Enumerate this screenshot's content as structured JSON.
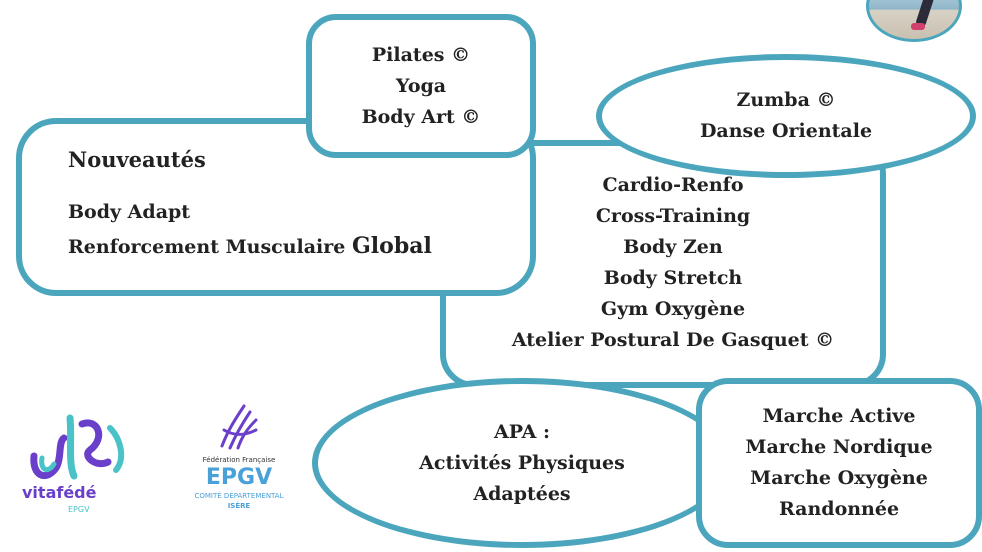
{
  "colors": {
    "accent": "#4ba6bd",
    "vita_purple": "#6a3fc9",
    "vita_teal": "#49c2c8",
    "epgv_blue": "#4aa0d8"
  },
  "nouveautes": {
    "title": "Nouveautés",
    "items": [
      "Body Adapt",
      "Renforcement Musculaire ",
      "Global"
    ]
  },
  "pilates": {
    "lines": [
      "Pilates ©",
      "Yoga",
      "Body Art ©"
    ]
  },
  "zumba": {
    "lines": [
      "Zumba ©",
      "Danse Orientale"
    ]
  },
  "center": {
    "lines": [
      "Cardio-Renfo",
      "Cross-Training",
      "Body Zen",
      "Body Stretch",
      "Gym Oxygène",
      "Atelier Postural De Gasquet ©"
    ]
  },
  "apa": {
    "lines": [
      "APA :",
      "Activités Physiques",
      "Adaptées"
    ]
  },
  "marche": {
    "lines": [
      "Marche Active",
      "Marche Nordique",
      "Marche Oxygène",
      "Randonnée"
    ]
  },
  "logos": {
    "vita": {
      "name": "vitafédé",
      "sub": "EPGV"
    },
    "epgv": {
      "line1": "Fédération Française",
      "brand": "EPGV",
      "line2": "COMITÉ DÉPARTEMENTAL",
      "line3": "ISÈRE"
    }
  },
  "icons": {
    "avatar": "walker-photo-icon"
  }
}
